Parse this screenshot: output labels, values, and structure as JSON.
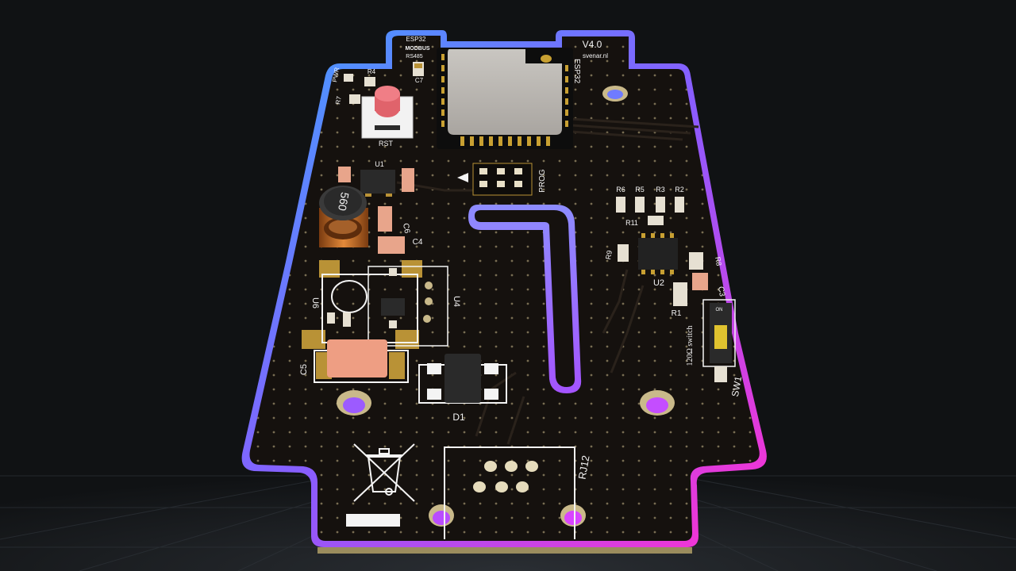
{
  "board": {
    "title_lines": [
      "ESP32",
      "MODBUS",
      "RS485"
    ],
    "version": "V4.0",
    "website": "svenar.nl",
    "module_label": "ESP32",
    "prog_label": "PROG",
    "reset_label": "RST",
    "switch_label": "120Ω switch",
    "switch_on": "ON",
    "inductor_value": "560"
  },
  "components": {
    "pwr": "PWR",
    "r4": "R4",
    "r7": "R7",
    "c7": "C7",
    "u1": "U1",
    "c6": "C6",
    "c4": "C4",
    "u6": "U6",
    "u4": "U4",
    "c5": "C5",
    "d1": "D1",
    "r6": "R6",
    "r5": "R5",
    "r3": "R3",
    "r2": "R2",
    "r11": "R11",
    "r9": "R9",
    "r8": "R8",
    "u2": "U2",
    "c3": "C3",
    "r1": "R1",
    "sw1": "SW1",
    "rj12": "RJ12"
  },
  "colors": {
    "background": "#101214",
    "board": "#15110e",
    "edge_gradient": [
      "#3fa0ff",
      "#8a5cff",
      "#ff2fd0"
    ],
    "silkscreen": "#f4f4f4",
    "pad_gold": "#b99236",
    "via": "#c9b98a"
  }
}
